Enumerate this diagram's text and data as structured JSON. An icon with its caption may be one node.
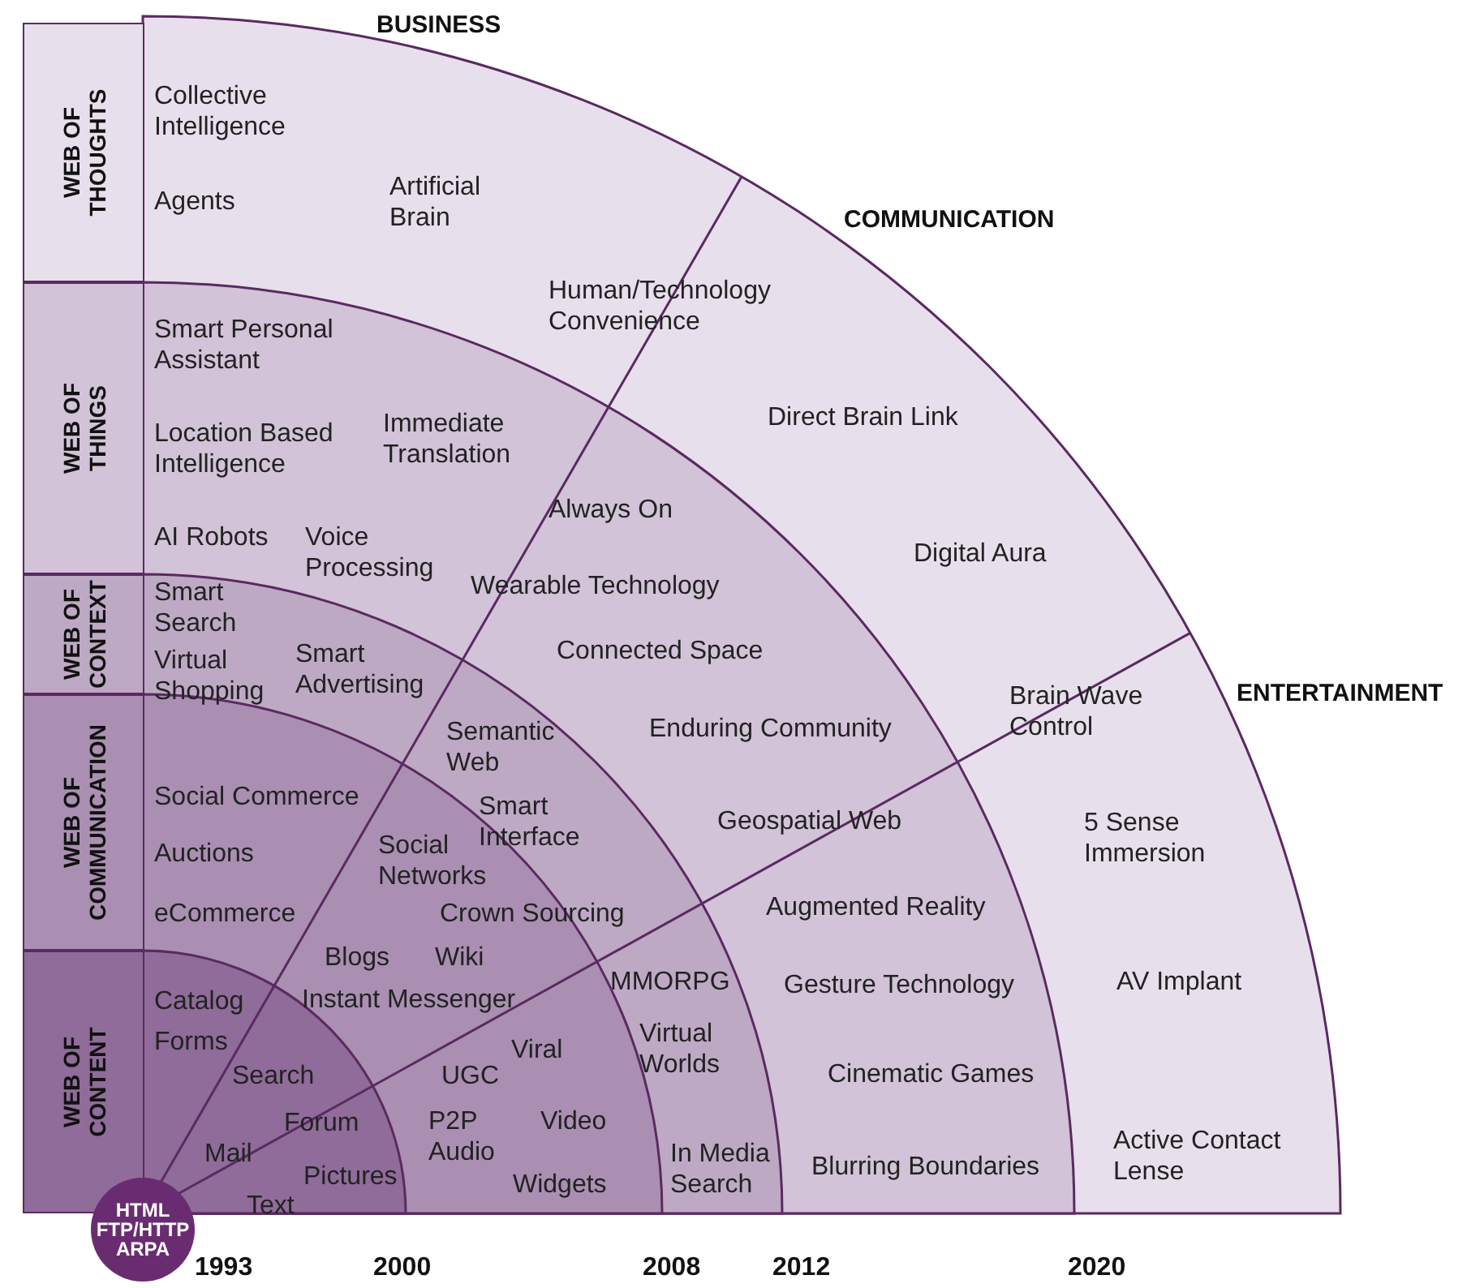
{
  "diagram": {
    "nodes": [
      {
        "text": [
          "WEB OF THOUGHTS"
        ]
      },
      {
        "text": [
          "WEB OF THINGS"
        ]
      },
      {
        "text": [
          "WEB OF CONTEXT"
        ]
      },
      {
        "text": [
          "WEB OF COMMUNICATION"
        ]
      },
      {
        "text": [
          "WEB OF CONTENT"
        ]
      },
      {
        "text": [
          "HTML FTP/HTTP ARPA"
        ]
      }
    ],
    "edges": [],
    "labels": [
      "BUSINESS",
      "Collective Intelligence",
      "Agents",
      "Artificial Brain",
      "COMMUNICATION",
      "Human/Technology Convenience",
      "Smart Personal Assistant",
      "Direct Brain Link",
      "Location Based Intelligence",
      "Immediate Translation",
      "Always On",
      "Digital Aura",
      "AI Robots",
      "Voice Processing",
      "Wearable Technology",
      "Smart Search",
      "Virtual Shopping",
      "Smart Advertising",
      "Connected Space",
      "Brain Wave Control",
      "ENTERTAINMENT",
      "Semantic Web",
      "Enduring Community",
      "Social Commerce",
      "Smart Interface",
      "Geospatial Web",
      "5 Sense Immersion",
      "Auctions",
      "Social Networks",
      "eCommerce",
      "Crown Sourcing",
      "Augmented Reality",
      "Blogs",
      "Wiki",
      "Instant Messenger",
      "MMORPG",
      "Gesture Technology",
      "AV Implant",
      "Catalog",
      "Forms",
      "Virtual Worlds",
      "Viral",
      "Search",
      "UGC",
      "Cinematic Games",
      "Forum",
      "P2P Audio",
      "Video",
      "Active Contact Lense",
      "Mail",
      "Pictures",
      "Widgets",
      "In Media Search",
      "Blurring Boundaries",
      "Text",
      "1993",
      "2000",
      "2008",
      "2012",
      "2020"
    ]
  }
}
